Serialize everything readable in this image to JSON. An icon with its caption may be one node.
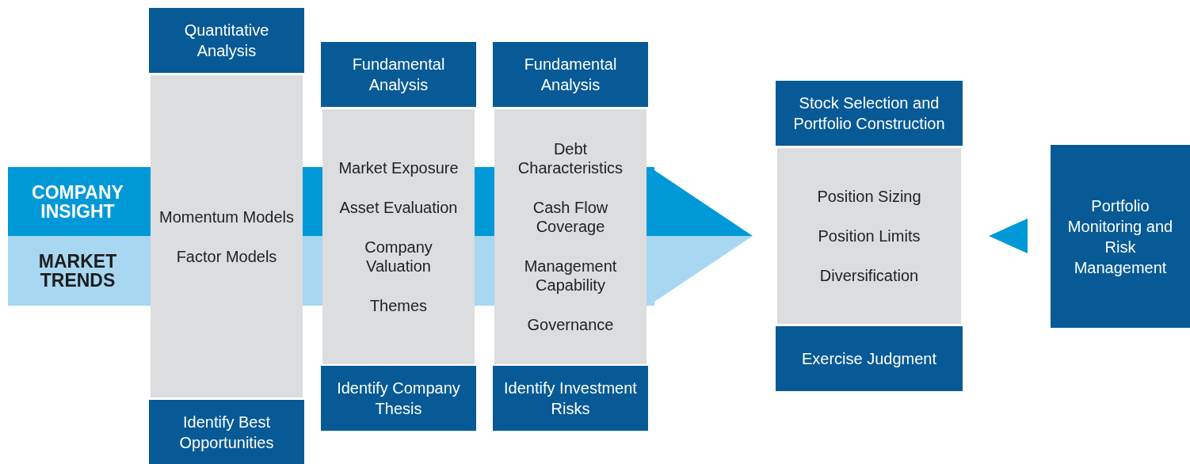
{
  "diagram": {
    "nodes": [
      {
        "text": [
          "COMPANY INSIGHT"
        ]
      },
      {
        "text": [
          "MARKET TRENDS"
        ]
      },
      {
        "text": [
          "Quantitative Analysis"
        ]
      },
      {
        "text": [
          "Momentum Models",
          "Factor Models"
        ]
      },
      {
        "text": [
          "Identify Best Opportunities"
        ]
      },
      {
        "text": [
          "Fundamental Analysis"
        ]
      },
      {
        "text": [
          "Market Exposure",
          "Asset Evaluation",
          "Company Valuation",
          "Themes"
        ]
      },
      {
        "text": [
          "Identify Company Thesis"
        ]
      },
      {
        "text": [
          "Fundamental Analysis"
        ]
      },
      {
        "text": [
          "Debt Characteristics",
          "Cash Flow Coverage",
          "Management Capability",
          "Governance"
        ]
      },
      {
        "text": [
          "Identify Investment Risks"
        ]
      },
      {
        "text": [
          "Stock Selection and Portfolio Construction"
        ]
      },
      {
        "text": [
          "Position Sizing",
          "Position Limits",
          "Diversification"
        ]
      },
      {
        "text": [
          "Exercise Judgment"
        ]
      },
      {
        "text": [
          "Portfolio Monitoring and Risk Management"
        ]
      }
    ],
    "edges": [
      {
        "from": 9,
        "to": 12,
        "arrow": "to"
      },
      {
        "from": 14,
        "to": 12,
        "arrow": "to"
      }
    ]
  }
}
